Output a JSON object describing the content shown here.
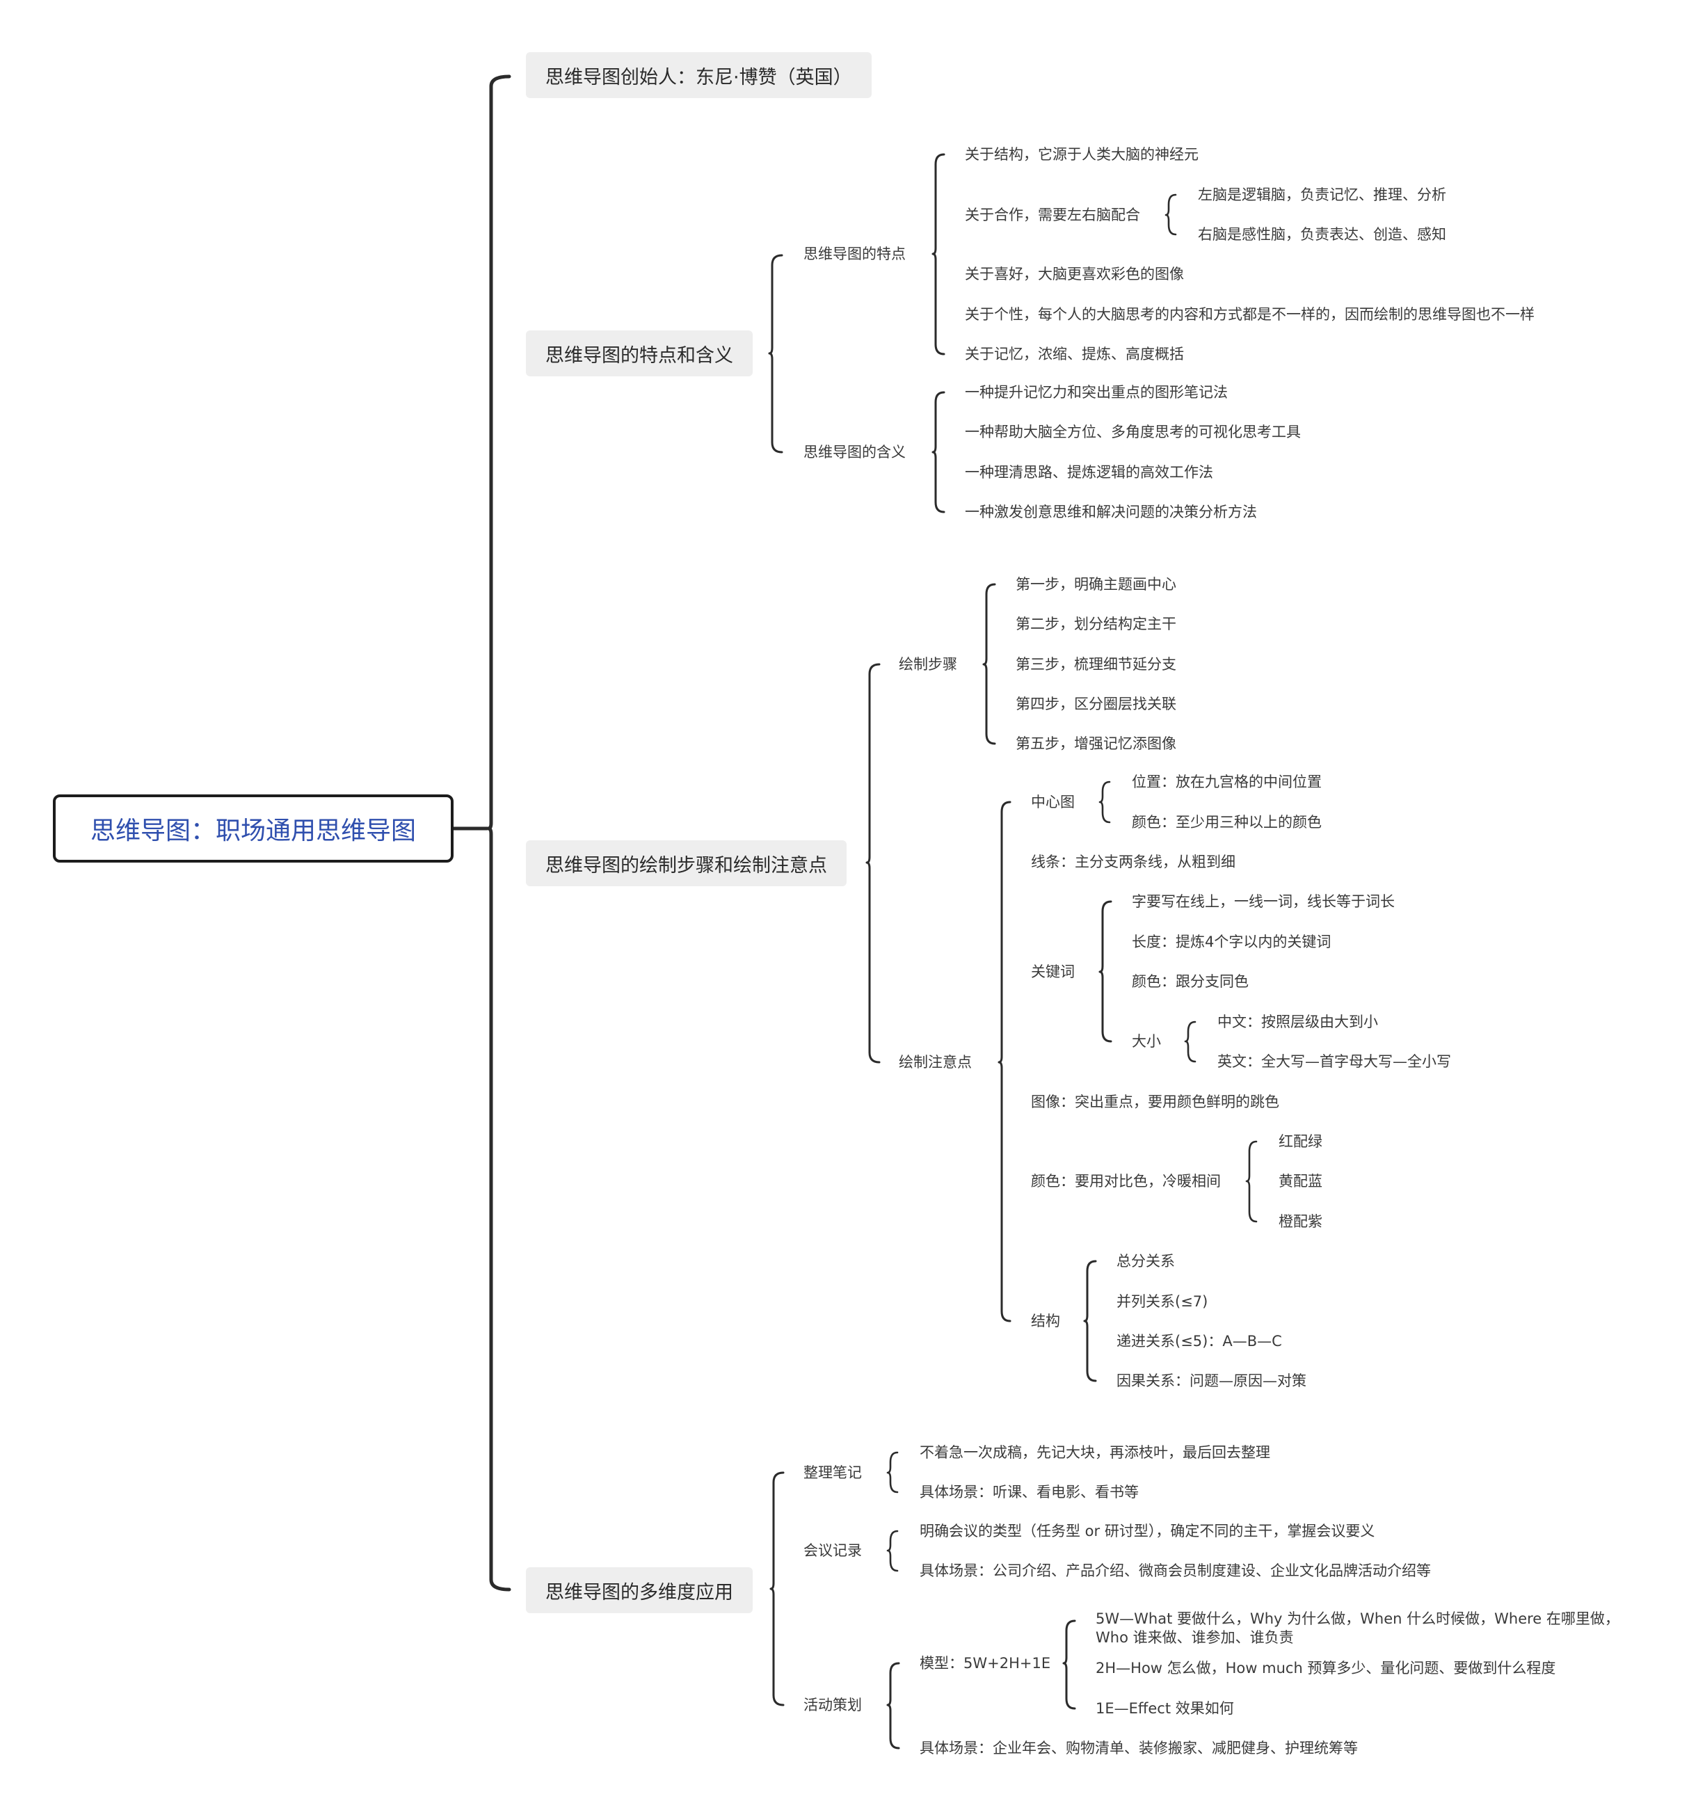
{
  "root": {
    "label": "思维导图：职场通用思维导图"
  },
  "topics": {
    "founder": "思维导图创始人：东尼·博赞（英国）",
    "features_meaning": "思维导图的特点和含义",
    "drawing": "思维导图的绘制步骤和绘制注意点",
    "applications": "思维导图的多维度应用"
  },
  "features": {
    "label": "思维导图的特点",
    "structure": "关于结构，它源于人类大脑的神经元",
    "cooperation": "关于合作，需要左右脑配合",
    "left_brain": "左脑是逻辑脑，负责记忆、推理、分析",
    "right_brain": "右脑是感性脑，负责表达、创造、感知",
    "preference": "关于喜好，大脑更喜欢彩色的图像",
    "individuality": "关于个性，每个人的大脑思考的内容和方式都是不一样的，因而绘制的思维导图也不一样",
    "memory": "关于记忆，浓缩、提炼、高度概括"
  },
  "meaning": {
    "label": "思维导图的含义",
    "items": [
      "一种提升记忆力和突出重点的图形笔记法",
      "一种帮助大脑全方位、多角度思考的可视化思考工具",
      "一种理清思路、提炼逻辑的高效工作法",
      "一种激发创意思维和解决问题的决策分析方法"
    ]
  },
  "steps": {
    "label": "绘制步骤",
    "items": [
      "第一步，明确主题画中心",
      "第二步，划分结构定主干",
      "第三步，梳理细节延分支",
      "第四步，区分圈层找关联",
      "第五步，增强记忆添图像"
    ]
  },
  "notes": {
    "label": "绘制注意点",
    "center": {
      "label": "中心图",
      "position": "位置：放在九宫格的中间位置",
      "color": "颜色：至少用三种以上的颜色"
    },
    "lines": "线条：主分支两条线，从粗到细",
    "keywords": {
      "label": "关键词",
      "on_line": "字要写在线上，一线一词，线长等于词长",
      "length": "长度：提炼4个字以内的关键词",
      "color": "颜色：跟分支同色",
      "size": {
        "label": "大小",
        "chinese": "中文：按照层级由大到小",
        "english": "英文：全大写—首字母大写—全小写"
      }
    },
    "image": "图像：突出重点，要用颜色鲜明的跳色",
    "colors": {
      "label": "颜色：要用对比色，冷暖相间",
      "items": [
        "红配绿",
        "黄配蓝",
        "橙配紫"
      ]
    },
    "structure": {
      "label": "结构",
      "items": [
        "总分关系",
        "并列关系(≤7)",
        "递进关系(≤5)：A—B—C",
        "因果关系：问题—原因—对策"
      ]
    }
  },
  "apps": {
    "notes": {
      "label": "整理笔记",
      "tip": "不着急一次成稿，先记大块，再添枝叶，最后回去整理",
      "scenes": "具体场景：听课、看电影、看书等"
    },
    "meeting": {
      "label": "会议记录",
      "tip": "明确会议的类型（任务型 or 研讨型），确定不同的主干，掌握会议要义",
      "scenes": "具体场景：公司介绍、产品介绍、微商会员制度建设、企业文化品牌活动介绍等"
    },
    "event": {
      "label": "活动策划",
      "model": {
        "label": "模型：5W+2H+1E",
        "w5": "5W—What 要做什么，Why 为什么做，When 什么时候做，Where 在哪里做，Who 谁来做、谁参加、谁负责",
        "h2": "2H—How 怎么做，How much 预算多少、量化问题、要做到什么程度",
        "e1": "1E—Effect 效果如何"
      },
      "scenes": "具体场景：企业年会、购物清单、装修搬家、减肥健身、护理统筹等"
    }
  }
}
